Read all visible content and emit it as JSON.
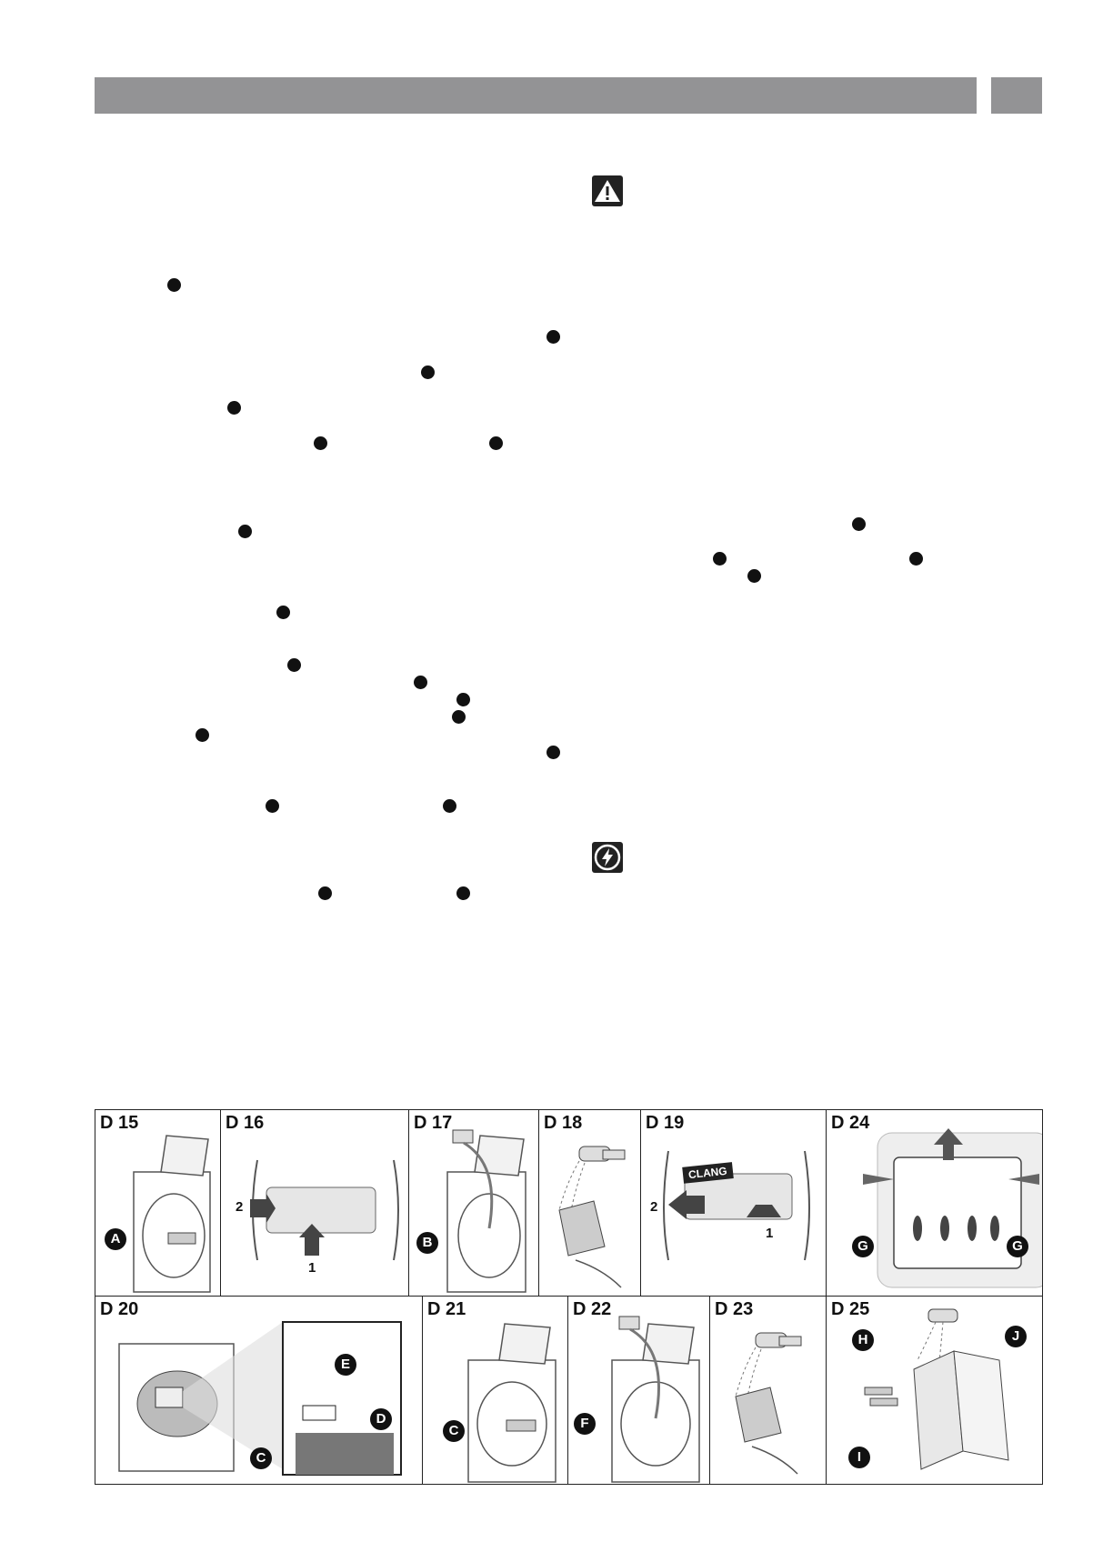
{
  "header": {
    "tab_text": ""
  },
  "icons": {
    "warning": "warning-triangle-icon",
    "electric": "lightning-icon"
  },
  "figures": {
    "d15": {
      "label": "D 15",
      "callouts": [
        "A"
      ]
    },
    "d16": {
      "label": "D 16",
      "steps": [
        "2",
        "1"
      ]
    },
    "d17": {
      "label": "D 17",
      "callouts": [
        "B"
      ]
    },
    "d18": {
      "label": "D 18"
    },
    "d19": {
      "label": "D 19",
      "steps": [
        "2",
        "1"
      ],
      "sound": "CLANG"
    },
    "d24": {
      "label": "D 24",
      "callouts": [
        "G",
        "G"
      ]
    },
    "d20": {
      "label": "D 20",
      "callouts": [
        "E",
        "D",
        "C"
      ]
    },
    "d21": {
      "label": "D 21",
      "callouts": [
        "C"
      ]
    },
    "d22": {
      "label": "D 22",
      "callouts": [
        "F"
      ]
    },
    "d23": {
      "label": "D 23"
    },
    "d25": {
      "label": "D 25",
      "callouts": [
        "H",
        "J",
        "I"
      ]
    }
  }
}
